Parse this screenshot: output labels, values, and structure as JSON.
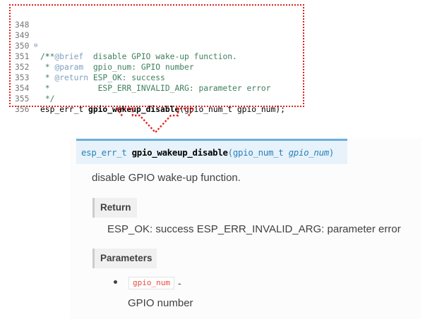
{
  "colors": {
    "highlight_border": "#e02020",
    "comment": "#3f7f5f",
    "doc_tag": "#7f9fbf",
    "signature_bg": "#e7f2fa",
    "signature_accent": "#6ab0de",
    "link_blue": "#2980b9",
    "param_code": "#e74c3c"
  },
  "code": {
    "lines": [
      {
        "num": "348",
        "fold": "",
        "comment": "",
        "code": ""
      },
      {
        "num": "349",
        "fold": "⊖",
        "comment": "/**",
        "code": ""
      },
      {
        "num": "350",
        "fold": "",
        "tag": "@brief",
        "comment": "  disable GPIO wake-up function.",
        "code": ""
      },
      {
        "num": "351",
        "fold": "",
        "tag": "@param",
        "comment": "  gpio_num: GPIO number",
        "code": ""
      },
      {
        "num": "352",
        "fold": "",
        "tag": "@return",
        "comment": " ESP_OK: success",
        "code": ""
      },
      {
        "num": "353",
        "fold": "",
        "comment": "          ESP_ERR_INVALID_ARG: parameter error",
        "code": ""
      },
      {
        "num": "354",
        "fold": "",
        "comment": "*/",
        "code": ""
      },
      {
        "num": "355",
        "fold": "",
        "comment": "",
        "code_pre": "esp_err_t ",
        "code_bold": "gpio_wakeup_disable",
        "code_post": "(gpio_num_t gpio_num);"
      },
      {
        "num": "356",
        "fold": "",
        "comment": "",
        "code": ""
      }
    ]
  },
  "doc": {
    "signature": {
      "return_type": "esp_err_t",
      "function_name": "gpio_wakeup_disable",
      "open_paren": "(",
      "param_type": "gpio_num_t",
      "param_name": "gpio_num",
      "close_paren": ")"
    },
    "brief": "disable GPIO wake-up function.",
    "return_label": "Return",
    "return_text": "ESP_OK: success ESP_ERR_INVALID_ARG: parameter error",
    "params_label": "Parameters",
    "param": {
      "name": "gpio_num",
      "dash": "-",
      "description": "GPIO number"
    }
  }
}
